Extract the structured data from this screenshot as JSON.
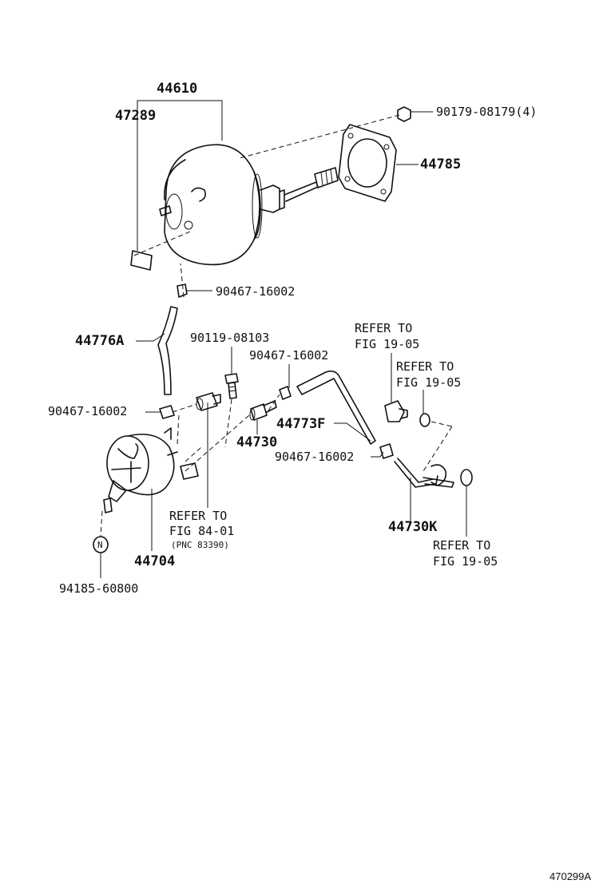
{
  "diagram": {
    "labels": {
      "p44610": "44610",
      "p47289": "47289",
      "p90179": "90179-08179(4)",
      "p44785": "44785",
      "p90467_a": "90467-16002",
      "p44776A": "44776A",
      "p90119": "90119-08103",
      "p90467_b": "90467-16002",
      "p90467_c": "90467-16002",
      "p44730": "44730",
      "p44773F": "44773F",
      "p90467_d": "90467-16002",
      "p44730K": "44730K",
      "p44704": "44704",
      "p94185": "94185-60800",
      "n_marker": "N"
    },
    "refs": {
      "ref1_line1": "REFER TO",
      "ref1_line2": "FIG 19-05",
      "ref2_line1": "REFER TO",
      "ref2_line2": "FIG 19-05",
      "ref3_line1": "REFER TO",
      "ref3_line2": "FIG 84-01",
      "ref3_line3": "(PNC 83390)",
      "ref4_line1": "REFER TO",
      "ref4_line2": "FIG 19-05"
    },
    "figure_id": "470299A"
  }
}
